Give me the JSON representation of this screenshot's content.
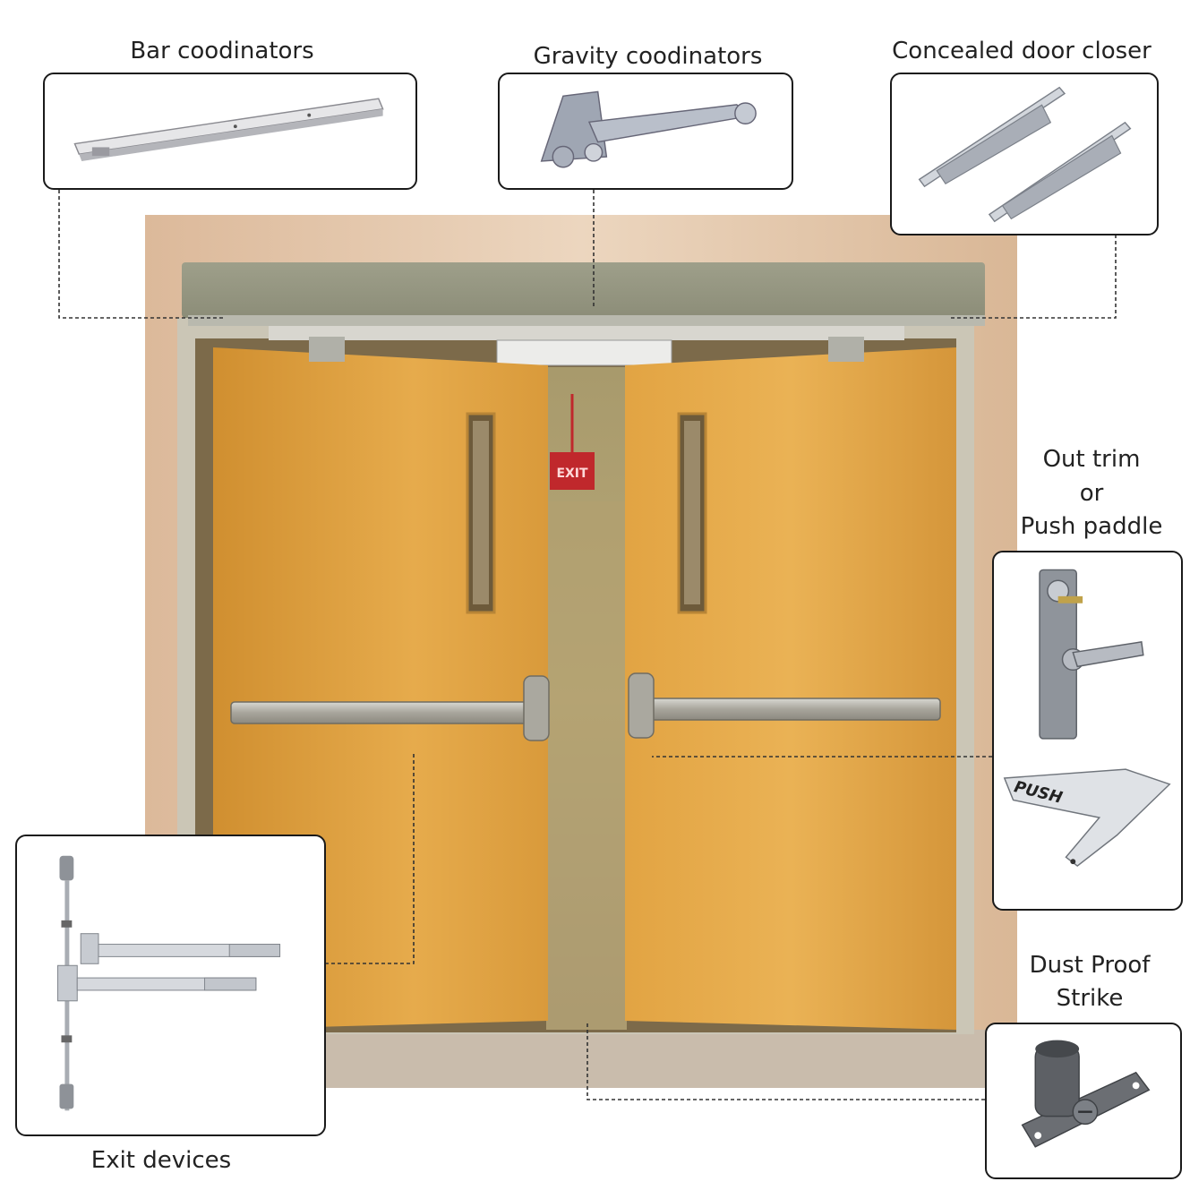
{
  "labels": {
    "bar_coordinators": "Bar coodinators",
    "gravity_coordinators": "Gravity coodinators",
    "concealed_door_closer": "Concealed door closer",
    "out_trim_line1": "Out trim",
    "out_trim_line2": "or",
    "out_trim_line3": "Push paddle",
    "dust_proof_line1": "Dust Proof",
    "dust_proof_line2": "Strike",
    "exit_devices": "Exit devices"
  },
  "product_text": {
    "push_paddle": "PUSH",
    "exit_sign": "EXIT"
  },
  "colors": {
    "door_wood": "#e0a445",
    "wall": "#e8cfb4",
    "frame": "#c8c4b6",
    "metal": "#c9ccd1",
    "exit_sign": "#c0282c",
    "leader_line": "#333333"
  }
}
